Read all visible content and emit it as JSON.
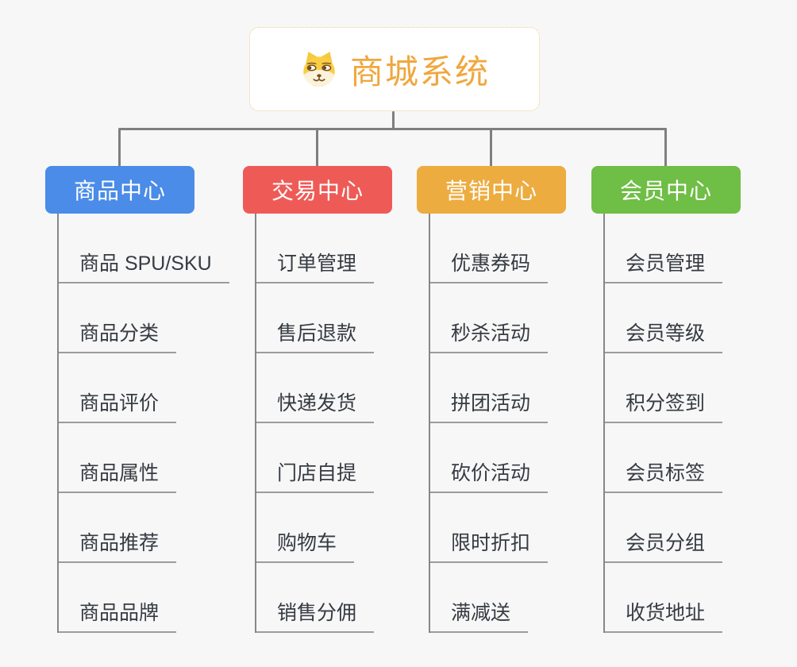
{
  "root": {
    "label": "商城系统",
    "icon": "dog-face-icon",
    "text_color": "#f0a73e",
    "border_color": "#f0c78c"
  },
  "branches": [
    {
      "label": "商品中心",
      "color": "#4a8ce8",
      "items": [
        "商品 SPU/SKU",
        "商品分类",
        "商品评价",
        "商品属性",
        "商品推荐",
        "商品品牌"
      ]
    },
    {
      "label": "交易中心",
      "color": "#ee5b57",
      "items": [
        "订单管理",
        "售后退款",
        "快递发货",
        "门店自提",
        "购物车",
        "销售分佣"
      ]
    },
    {
      "label": "营销中心",
      "color": "#ecac3f",
      "items": [
        "优惠券码",
        "秒杀活动",
        "拼团活动",
        "砍价活动",
        "限时折扣",
        "满减送"
      ]
    },
    {
      "label": "会员中心",
      "color": "#6fbe45",
      "items": [
        "会员管理",
        "会员等级",
        "积分签到",
        "会员标签",
        "会员分组",
        "收货地址"
      ]
    }
  ],
  "connector_color": "#7f7f7f",
  "background_color": "#f7f7f7"
}
